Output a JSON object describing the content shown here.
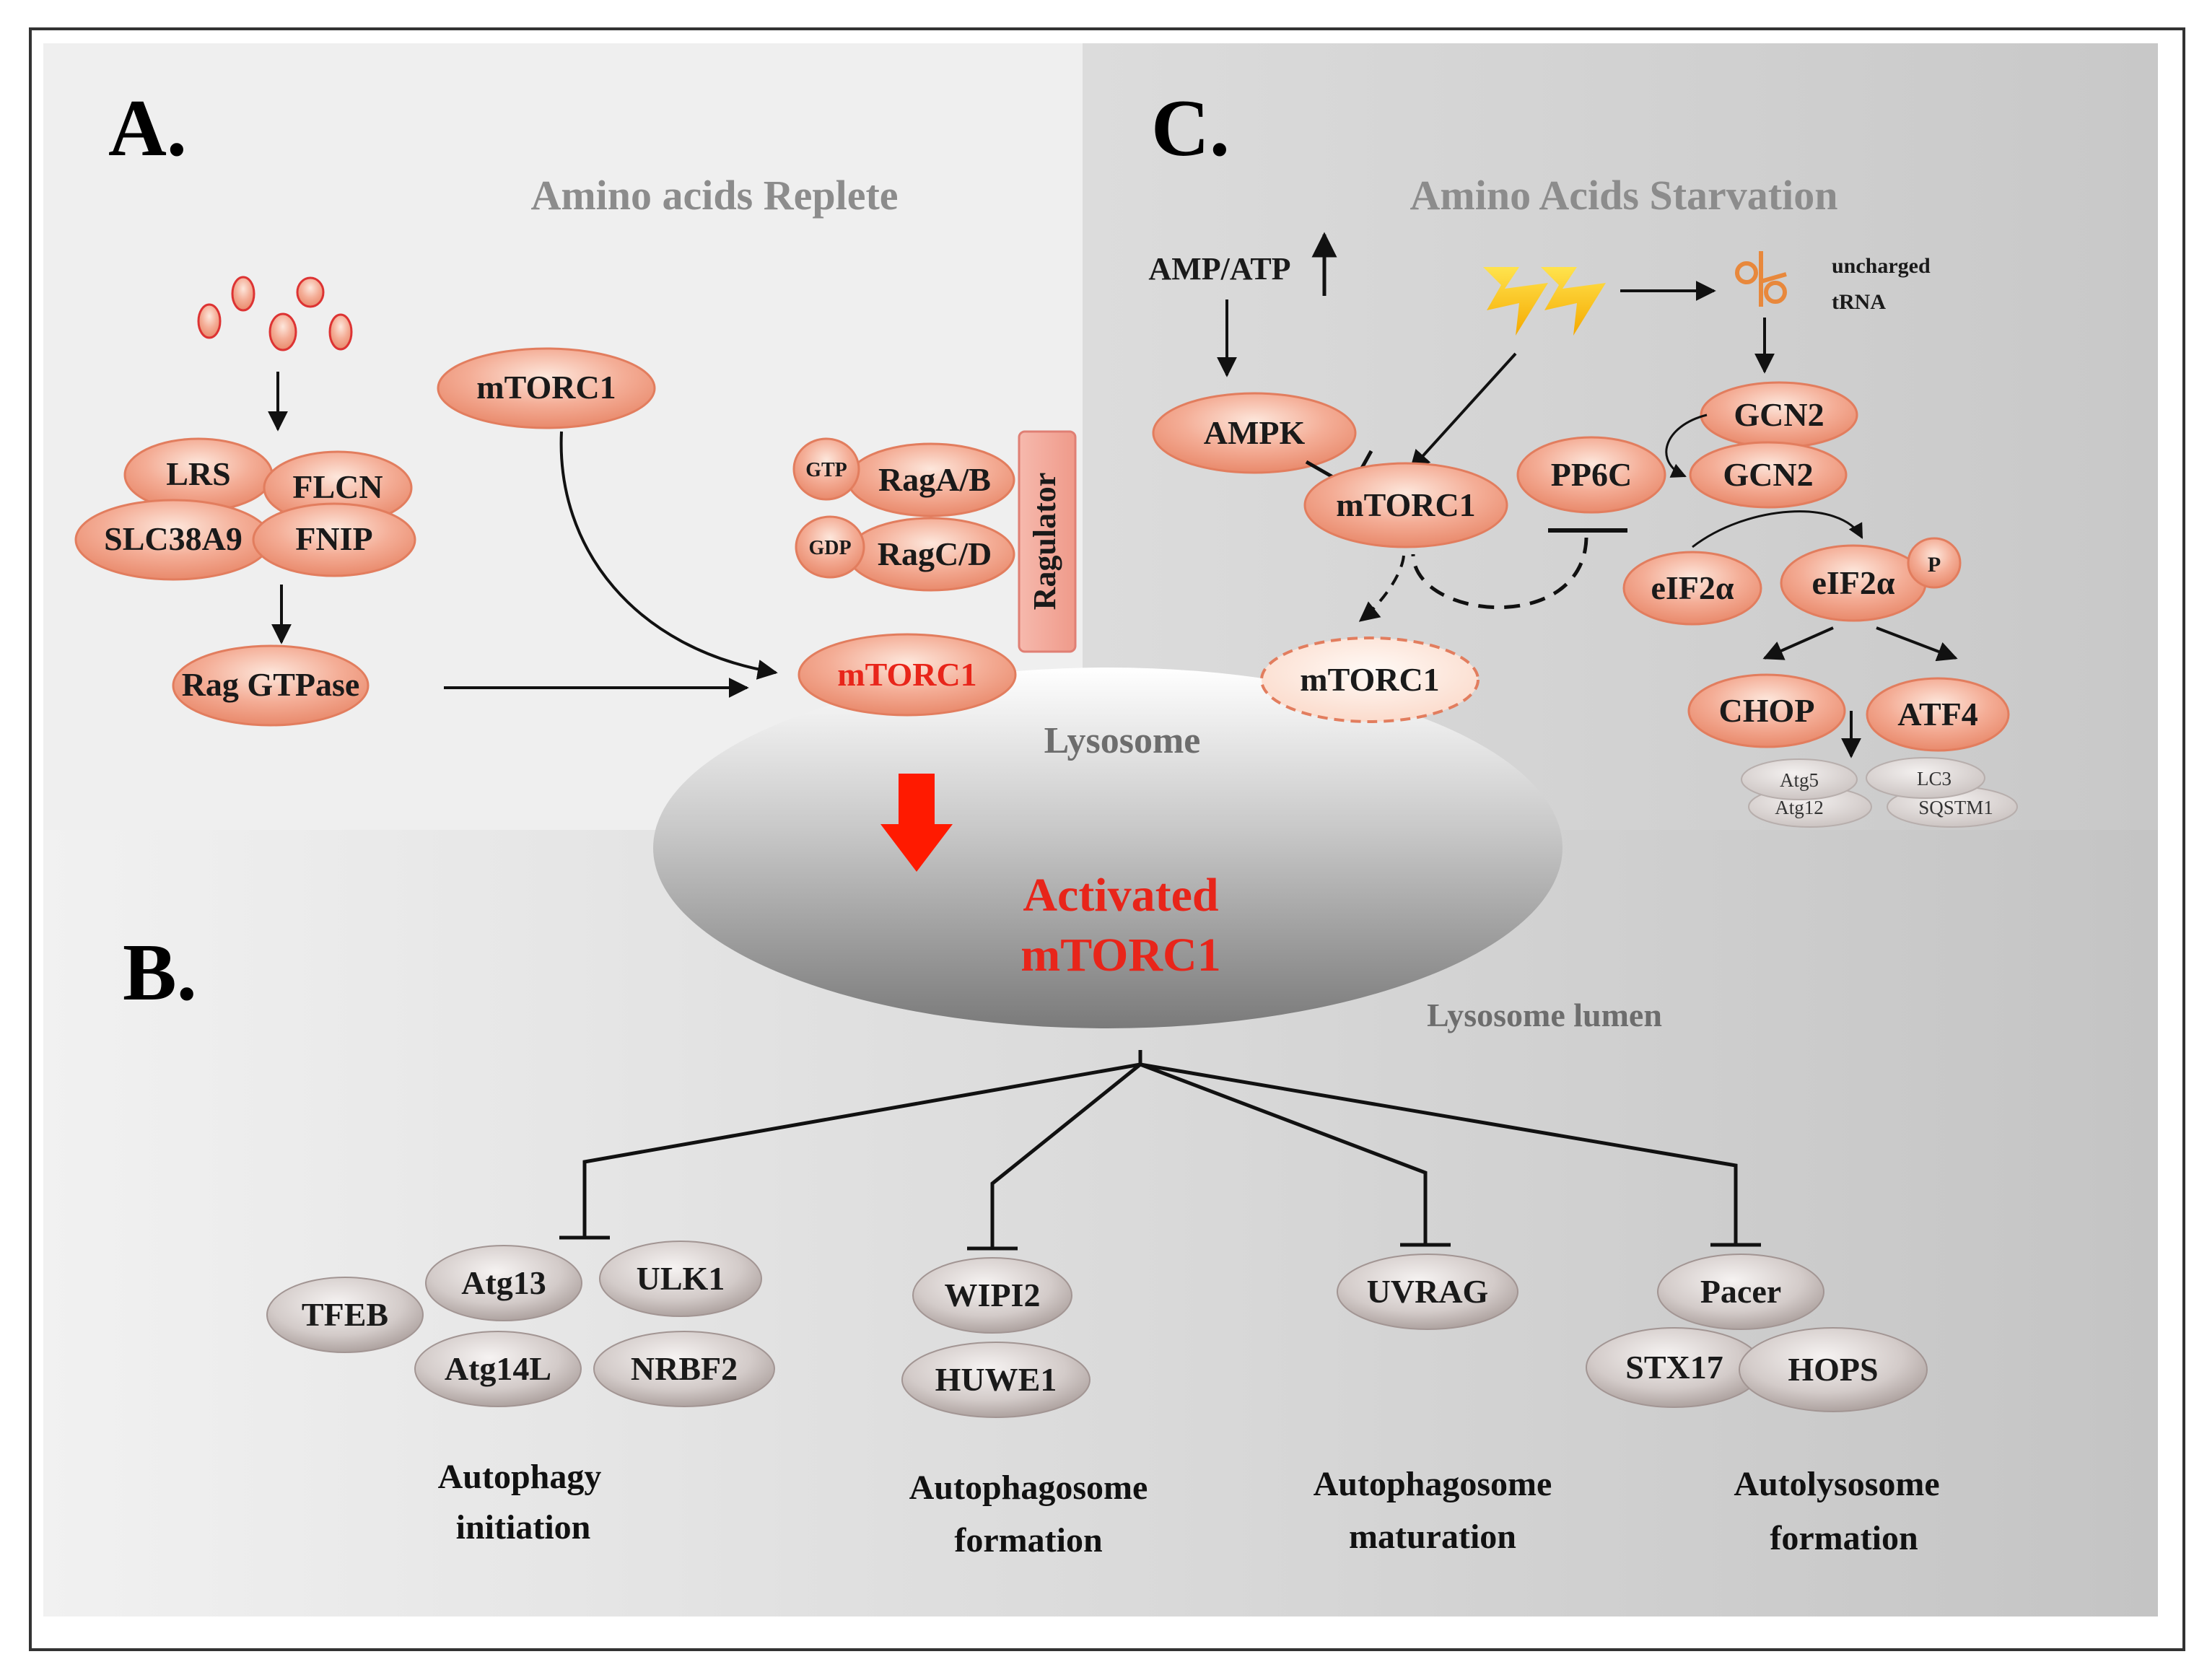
{
  "panels": {
    "a": {
      "letter": "A.",
      "title": "Amino acids Replete",
      "lrs": "LRS",
      "flcn": "FLCN",
      "slc38a9": "SLC38A9",
      "fnip": "FNIP",
      "rag_gtpase": "Rag GTPase",
      "mtorc1_free": "mTORC1",
      "gtp": "GTP",
      "gdp": "GDP",
      "raga_b": "RagA/B",
      "ragc_d": "RagC/D",
      "ragulator": "Ragulator",
      "mtorc1_lysosome": "mTORC1"
    },
    "lysosome": {
      "label": "Lysosome",
      "activated_line1": "Activated",
      "activated_line2": "mTORC1",
      "lumen": "Lysosome lumen"
    },
    "c": {
      "letter": "C.",
      "title": "Amino Acids Starvation",
      "amp_atp": "AMP/ATP",
      "uncharged_line1": "uncharged",
      "uncharged_line2": "tRNA",
      "ampk": "AMPK",
      "mtorc1": "mTORC1",
      "pp6c": "PP6C",
      "gcn2_top": "GCN2",
      "gcn2_bottom": "GCN2",
      "eif2a": "eIF2α",
      "eif2a_p": "eIF2α",
      "p": "P",
      "mtorc1_dissociated": "mTORC1",
      "chop": "CHOP",
      "atf4": "ATF4",
      "atg5": "Atg5",
      "atg12": "Atg12",
      "lc3": "LC3",
      "sqstm1": "SQSTM1"
    },
    "b": {
      "letter": "B.",
      "groups": [
        {
          "proteins": [
            "TFEB",
            "Atg13",
            "ULK1",
            "Atg14L",
            "NRBF2"
          ],
          "label_line1": "Autophagy",
          "label_line2": "initiation"
        },
        {
          "proteins": [
            "WIPI2",
            "HUWE1"
          ],
          "label_line1": "Autophagosome",
          "label_line2": "formation"
        },
        {
          "proteins": [
            "UVRAG"
          ],
          "label_line1": "Autophagosome",
          "label_line2": "maturation"
        },
        {
          "proteins": [
            "Pacer",
            "STX17",
            "HOPS"
          ],
          "label_line1": "Autolysosome",
          "label_line2": "formation"
        }
      ]
    }
  },
  "colors": {
    "salmon": "#f2a58e",
    "salmon_light": "#fbe3d8",
    "salmon_edge": "#e27d5e",
    "red_text": "#e8251a",
    "arrow_red": "#ff1a00",
    "grey_protein": "#cbc3c1",
    "panel_a_bg": "#f0f0f0",
    "panel_c_bg": "#d6d6d6"
  }
}
